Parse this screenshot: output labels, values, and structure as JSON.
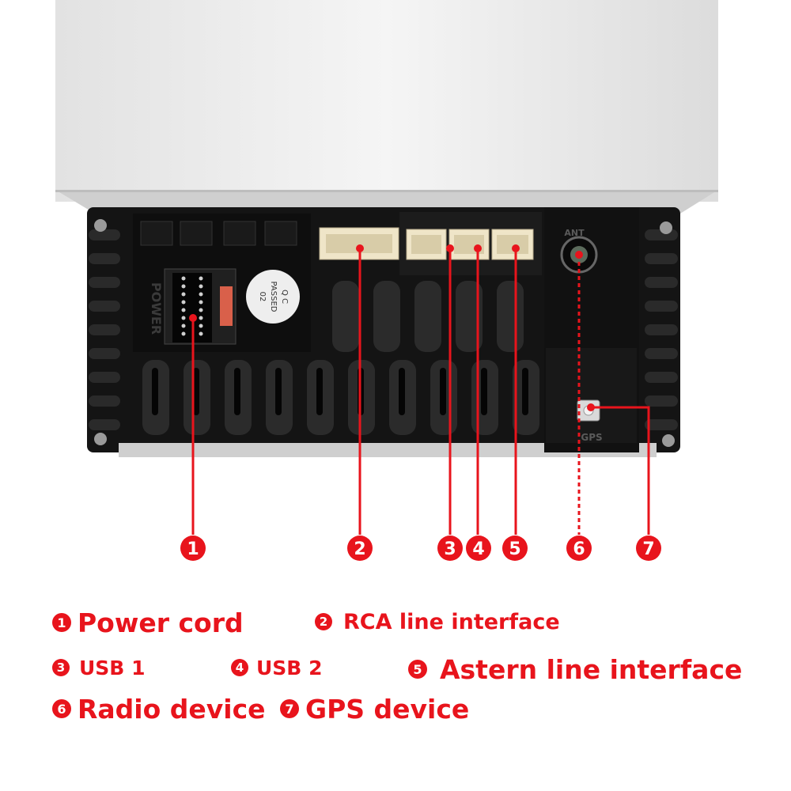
{
  "photo": {
    "power_label": "POWER",
    "qc_sticker": [
      "Q C",
      "PASSED",
      "02"
    ],
    "ant_label": "ANT",
    "gps_label": "GPS"
  },
  "callouts": [
    {
      "number": "1",
      "name": "Power cord"
    },
    {
      "number": "2",
      "name": "RCA line interface"
    },
    {
      "number": "3",
      "name": "USB 1"
    },
    {
      "number": "4",
      "name": "USB 2"
    },
    {
      "number": "5",
      "name": "Astern line interface"
    },
    {
      "number": "6",
      "name": "Radio device"
    },
    {
      "number": "7",
      "name": "GPS device"
    }
  ],
  "colors": {
    "accent": "#e8141c",
    "housing": "#eeeeee",
    "panel": "#141414",
    "connector": "#efe5c8"
  }
}
